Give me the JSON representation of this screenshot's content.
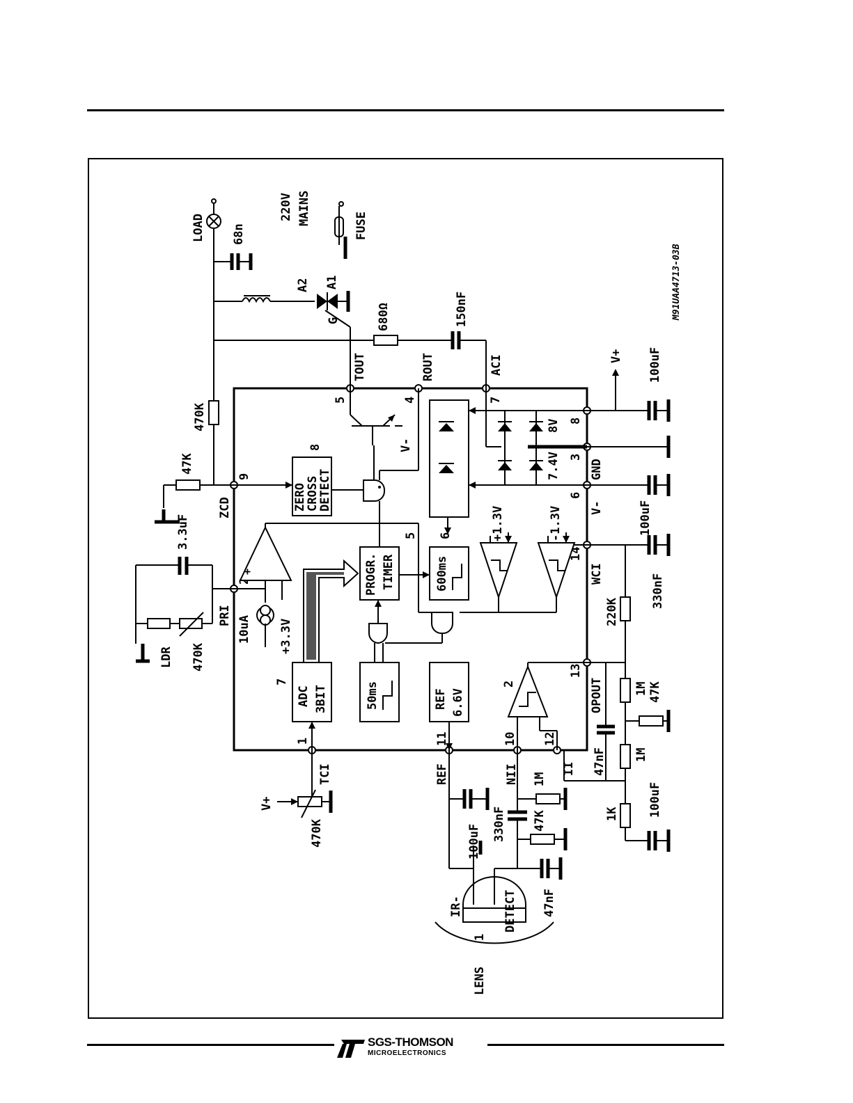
{
  "pins": {
    "p1": "1",
    "p2": "2",
    "p3": "3",
    "p4": "4",
    "p5": "5",
    "p6": "6",
    "p7": "7",
    "p8": "8",
    "p9": "9",
    "p10": "10",
    "p11": "11",
    "p12": "12",
    "p13": "13",
    "p14": "14"
  },
  "signals": {
    "tout": "TOUT",
    "rout": "ROUT",
    "aci": "ACI",
    "gnd": "GND",
    "vminus": "V-",
    "wci": "WCI",
    "opout": "OPOUT",
    "ii": "II",
    "nii": "NII",
    "ref": "REF",
    "tci": "TCI",
    "pri": "PRI",
    "zcd": "ZCD",
    "vplus": "V+"
  },
  "blocks": {
    "zero_cross": [
      "ZERO",
      "CROSS",
      "DETECT"
    ],
    "zero_cross_num": "8",
    "progr_timer": [
      "PROGR.",
      "TIMER"
    ],
    "progr_timer_num": "5",
    "t600": "600ms",
    "t600_num": "6",
    "t50": "50ms",
    "adc": [
      "ADC",
      "3BIT"
    ],
    "adc_num": "7",
    "ref": [
      "REF",
      "6.6V"
    ],
    "opamp_num": "2"
  },
  "components": {
    "load": "LOAD",
    "mains": [
      "220V",
      "MAINS"
    ],
    "fuse": "FUSE",
    "c68n": "68n",
    "a2": "A2",
    "a1": "A1",
    "g": "G",
    "r680": "680Ω",
    "c150n": "150nF",
    "r470k_top": "470K",
    "r47k_top": "47K",
    "c33uf": "3.3uF",
    "ldr": "LDR",
    "r470k_ldr": "470K",
    "i10ua": "10uA",
    "v33": "+3.3V",
    "v13p": "+1.3V",
    "v13m": "-1.3V",
    "z8v": "8V",
    "z74v": "7.4V",
    "c100uf_v": "100uF",
    "c100uf_vm": "100uF",
    "c330nf_wci": "330nF",
    "r220k": "220K",
    "r1m_a": "1M",
    "r47k_op": "47K",
    "r1m_b": "1M",
    "c47nf_op": "47nF",
    "r1k": "1K",
    "c100uf_op": "100uF",
    "r470k_tci": "470K",
    "c100uf_ref": "100uF",
    "c330nf_nii": "330nF",
    "r1m_nii": "1M",
    "r47k_nii": "47K",
    "c47nf_ir": "47nF",
    "ir": [
      "IR-",
      "DETECT"
    ],
    "ir_pin": "1",
    "lens": "LENS",
    "code": "M91UAA4713-03B"
  },
  "footer": {
    "brand": "SGS-THOMSON",
    "sub": "MICROELECTRONICS"
  }
}
